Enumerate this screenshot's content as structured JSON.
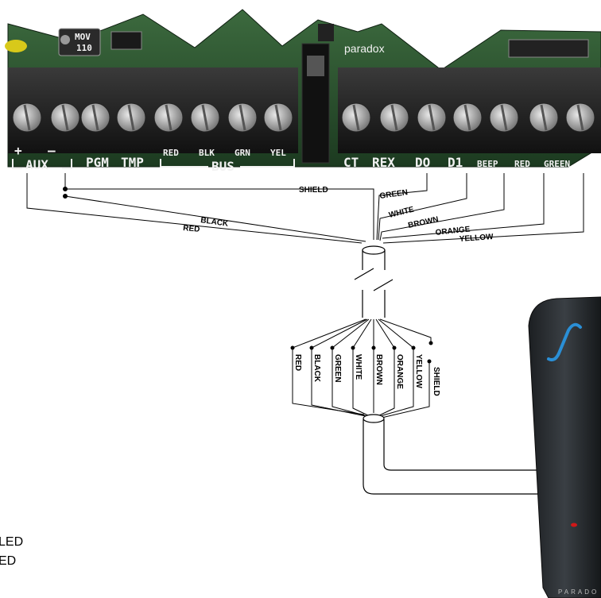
{
  "terminals_left": [
    "PGM",
    "TMP"
  ],
  "aux": {
    "plus": "+",
    "minus": "–",
    "label": "AUX"
  },
  "bus": {
    "label": "BUS",
    "sub": [
      "RED",
      "BLK",
      "GRN",
      "YEL"
    ]
  },
  "terminals_right": [
    "CT",
    "REX",
    "DO",
    "D1",
    "BEEP",
    "RED",
    "GREEN"
  ],
  "board": {
    "brand": "paradox",
    "component": "MOV",
    "component_value": "110"
  },
  "top_wires": [
    "SHIELD",
    "GREEN",
    "WHITE",
    "BROWN",
    "ORANGE",
    "YELLOW",
    "BLACK",
    "RED"
  ],
  "bottom_wires": [
    "RED",
    "BLACK",
    "GREEN",
    "WHITE",
    "BROWN",
    "ORANGE",
    "YELLOW",
    "SHIELD"
  ],
  "reader": {
    "brand": "PARADO"
  },
  "side_text": [
    "LED",
    "ED"
  ],
  "colors": {
    "board": "#1f3d22",
    "terminal": "#2a2a2a",
    "screw": "#c4c4c4",
    "reader": "#2b2f33",
    "logo": "#2a8fd6",
    "led": "#d01818"
  }
}
